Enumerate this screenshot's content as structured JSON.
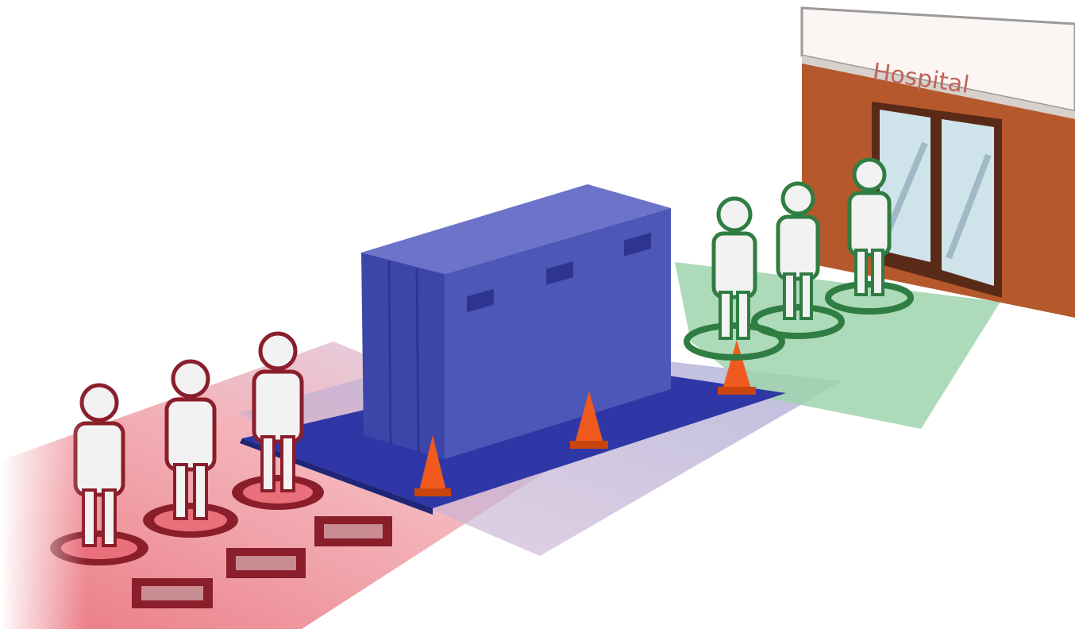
{
  "hospital": {
    "sign_text": "Hospital"
  },
  "zones": [
    {
      "id": "hot",
      "color": "#e9707a"
    },
    {
      "id": "warm",
      "color": "#2e36a0"
    },
    {
      "id": "cold",
      "color": "#8cc89a"
    }
  ],
  "colors": {
    "person_body": "#f2f2f2",
    "person_outline_hot": "#8a1f2b",
    "person_outline_cold": "#2f7d42",
    "decon_unit": "#4d57b8",
    "cone": "#f05a1e",
    "hospital_wall": "#b5582b",
    "hospital_sign": "#fbf6f3",
    "glass": "#cfe3ea"
  },
  "counts": {
    "waiting_people": 3,
    "cleared_people": 3,
    "cones": 3,
    "id_tags": 3
  },
  "icons": [
    "person-icon",
    "traffic-cone-icon",
    "id-tag-icon",
    "hospital-icon",
    "decontamination-unit-icon"
  ]
}
